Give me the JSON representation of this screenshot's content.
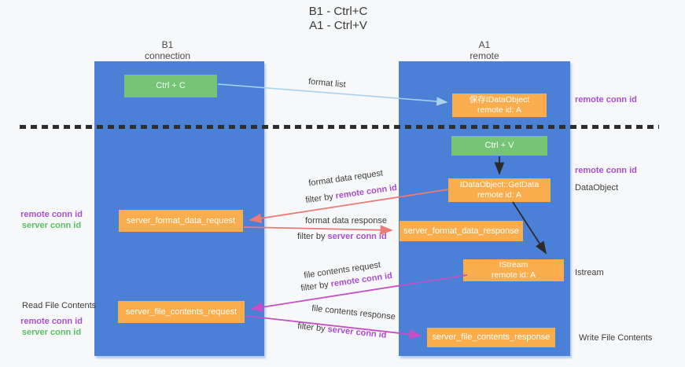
{
  "title": {
    "line1": "B1 - Ctrl+C",
    "line2": "A1 - Ctrl+V"
  },
  "lanes": {
    "left": {
      "name": "B1",
      "role": "connection"
    },
    "right": {
      "name": "A1",
      "role": "remote"
    }
  },
  "boxes": {
    "ctrl_c": "Ctrl + C",
    "save_idataobject": {
      "line1": "保存IDataObject",
      "line2": "remote id: A"
    },
    "ctrl_v": "Ctrl + V",
    "getdata": {
      "line1": "IDataObject::GetData",
      "line2": "remote id: A"
    },
    "format_request": "server_format_data_request",
    "format_response": "server_format_data_response",
    "istream": {
      "line1": "IStream",
      "line2": "remote id: A"
    },
    "file_request": "server_file_contents_request",
    "file_response": "server_file_contents_response"
  },
  "terms": {
    "filter_by": "filter by ",
    "remote_conn_id": "remote conn id",
    "server_conn_id": "server conn id"
  },
  "edge_labels": {
    "format_list": "format list",
    "format_data_request": "format data request",
    "format_data_response": "format data response",
    "file_contents_request": "file contents request",
    "file_contents_response": "file contents response"
  },
  "side_labels": {
    "dataobject": "DataObject",
    "istream": "Istream",
    "write_file_contents": "Write File Contents",
    "read_file_contents": "Read File Contents"
  },
  "colors": {
    "lane_blue": "#4b80d7",
    "box_green": "#75c577",
    "box_orange": "#f9ad4c",
    "label_purple": "#aa4fd0",
    "label_green": "#5cbf62",
    "arrow_salmon": "#ec7a75",
    "arrow_magenta": "#c44fc6",
    "arrow_lightblue": "#a9d2ef",
    "arrow_black": "#2b2b2b"
  }
}
